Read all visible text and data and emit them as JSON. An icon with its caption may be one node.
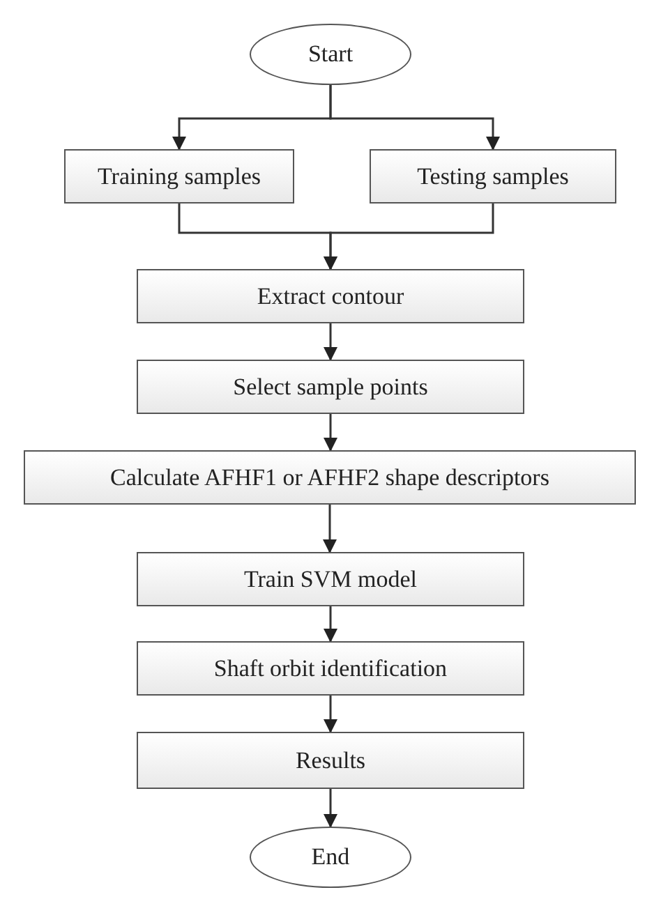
{
  "diagram": {
    "nodes": [
      {
        "text": [
          "Start"
        ]
      },
      {
        "text": [
          "Training samples"
        ]
      },
      {
        "text": [
          "Testing samples"
        ]
      },
      {
        "text": [
          "Extract contour"
        ]
      },
      {
        "text": [
          "Select sample points"
        ]
      },
      {
        "text": [
          "Calculate AFHF1 or AFHF2 shape descriptors"
        ]
      },
      {
        "text": [
          "Train SVM model"
        ]
      },
      {
        "text": [
          "Shaft orbit identification"
        ]
      },
      {
        "text": [
          "Results"
        ]
      },
      {
        "text": [
          "End"
        ]
      }
    ],
    "edges": [
      {
        "from": 0,
        "to": 1,
        "arrow": "to"
      },
      {
        "from": 0,
        "to": 2,
        "arrow": "to"
      },
      {
        "from": 1,
        "to": 3,
        "arrow": "to"
      },
      {
        "from": 2,
        "to": 3,
        "arrow": "to"
      },
      {
        "from": 3,
        "to": 4,
        "arrow": "to"
      },
      {
        "from": 4,
        "to": 5,
        "arrow": "to"
      },
      {
        "from": 5,
        "to": 6,
        "arrow": "to"
      },
      {
        "from": 6,
        "to": 7,
        "arrow": "to"
      },
      {
        "from": 7,
        "to": 8,
        "arrow": "to"
      },
      {
        "from": 8,
        "to": 9,
        "arrow": "to"
      }
    ]
  }
}
